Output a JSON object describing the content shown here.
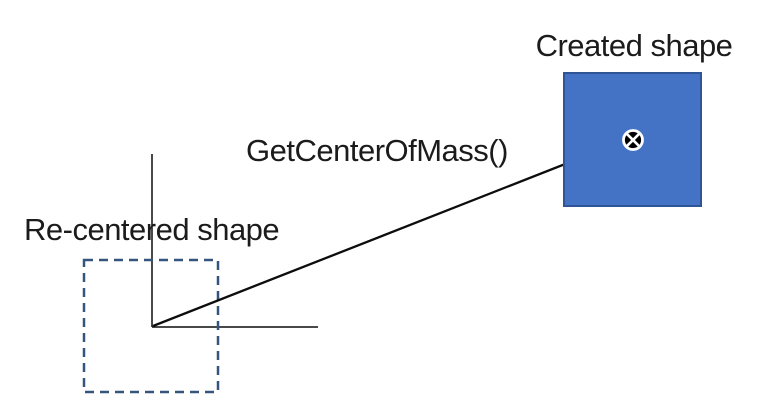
{
  "diagram": {
    "created_shape_label": "Created shape",
    "function_label": "GetCenterOfMass()",
    "recentered_shape_label": "Re-centered shape",
    "icons": {
      "center_of_mass": "circled-x-icon"
    },
    "colors": {
      "background": "#FFFFFF",
      "text": "#1B1B1B",
      "line": "#0D0D0D",
      "created_shape_fill": "#4472C4",
      "created_shape_border": "#2F5597",
      "recentered_shape_border": "#35547E",
      "marker_fill": "#000000",
      "marker_ring": "#FFFFFF"
    }
  }
}
